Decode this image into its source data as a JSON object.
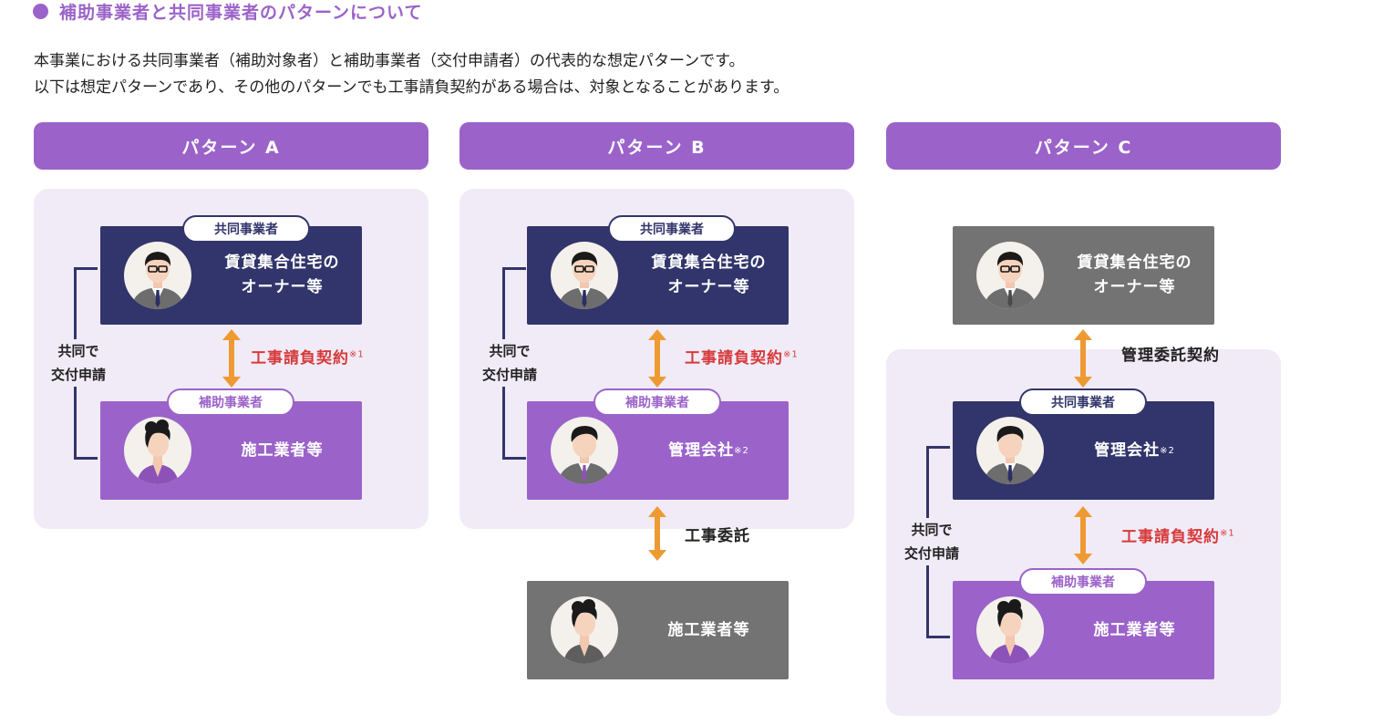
{
  "section_title": "補助事業者と共同事業者のパターンについて",
  "intro_lines": [
    "本事業における共同事業者（補助対象者）と補助事業者（交付申請者）の代表的な想定パターンです。",
    "以下は想定パターンであり、その他のパターンでも工事請負契約がある場合は、対象となることがあります。"
  ],
  "colors": {
    "purple": "#9b63c9",
    "navy": "#32356b",
    "gray": "#737373",
    "panel": "#f1ebf7",
    "arrow": "#ee9a33",
    "red": "#d63a3a"
  },
  "patterns": [
    {
      "title": "パターン A",
      "top_role": "共同事業者",
      "top_label": "賃貸集合住宅の\nオーナー等",
      "bottom_role": "補助事業者",
      "bottom_label": "施工業者等",
      "joint_label": "共同で\n交付申請",
      "contract_text": "工事請負契約",
      "contract_mark": "※1"
    },
    {
      "title": "パターン B",
      "top_role": "共同事業者",
      "top_label": "賃貸集合住宅の\nオーナー等",
      "middle_role": "補助事業者",
      "middle_label": "管理会社",
      "middle_mark": "※2",
      "bottom_label": "施工業者等",
      "joint_label": "共同で\n交付申請",
      "contract_text": "工事請負契約",
      "contract_mark": "※1",
      "second_contract_text": "工事委託"
    },
    {
      "title": "パターン C",
      "top_label": "賃貸集合住宅の\nオーナー等",
      "first_contract_text": "管理委託契約",
      "middle_role": "共同事業者",
      "middle_label": "管理会社",
      "middle_mark": "※2",
      "bottom_role": "補助事業者",
      "bottom_label": "施工業者等",
      "joint_label": "共同で\n交付申請",
      "contract_text": "工事請負契約",
      "contract_mark": "※1"
    }
  ],
  "icons": [
    "person-glasses-icon",
    "person-woman-icon",
    "person-man-icon",
    "double-arrow-icon"
  ]
}
